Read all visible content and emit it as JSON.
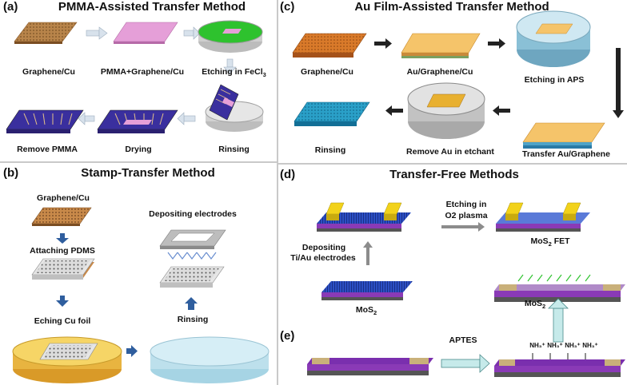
{
  "panel_a": {
    "label": "(a)",
    "title": "PMMA-Assisted Transfer Method",
    "captions": {
      "graphene_cu": "Graphene/Cu",
      "pmma_graphene_cu": "PMMA+Graphene/Cu",
      "etching_prefix": "Etching in FeCl",
      "etching_sub": "3",
      "remove_pmma": "Remove PMMA",
      "drying": "Drying",
      "rinsing": "Rinsing"
    }
  },
  "panel_b": {
    "label": "(b)",
    "title": "Stamp-Transfer Method",
    "captions": {
      "graphene_cu": "Graphene/Cu",
      "attaching_pdms": "Attaching PDMS",
      "eching_cu": "Eching Cu foil",
      "depositing": "Depositing electrodes",
      "rinsing": "Rinsing"
    }
  },
  "panel_c": {
    "label": "(c)",
    "title": "Au Film-Assisted Transfer Method",
    "captions": {
      "graphene_cu": "Graphene/Cu",
      "au_graphene_cu": "Au/Graphene/Cu",
      "etching_aps": "Etching in APS",
      "rinsing": "Rinsing",
      "remove_au": "Remove Au in etchant",
      "transfer": "Transfer Au/Graphene"
    }
  },
  "panel_d": {
    "label": "(d)",
    "title": "Transfer-Free Methods",
    "captions": {
      "etching_line1": "Etching in",
      "etching_line2": "O2 plasma",
      "fet_prefix": "MoS",
      "fet_sub": "2",
      "fet_suffix": " FET",
      "depositing_line1": "Depositing",
      "depositing_line2": "Ti/Au electrodes",
      "mos2_prefix": "MoS",
      "mos2_sub": "2"
    }
  },
  "panel_e": {
    "label": "(e)",
    "captions": {
      "aptes": "APTES",
      "mos2_prefix": "MoS",
      "mos2_sub": "2",
      "nh3": "NH₃⁺"
    }
  },
  "colors": {
    "copper": "#b8844a",
    "pmma": "#e59fd8",
    "etchant_green": "#2ec22e",
    "substrate_blue": "#3a2f9e",
    "gold": "#f0b84a",
    "rinse_blue": "#2aa0c8",
    "mos2_blue": "#2b4fc4",
    "electrode_yellow": "#f2d21a",
    "substrate_purple": "#7a2fae",
    "arrow_gray": "#8c8c8c",
    "arrow_blue": "#2f5e9e"
  }
}
